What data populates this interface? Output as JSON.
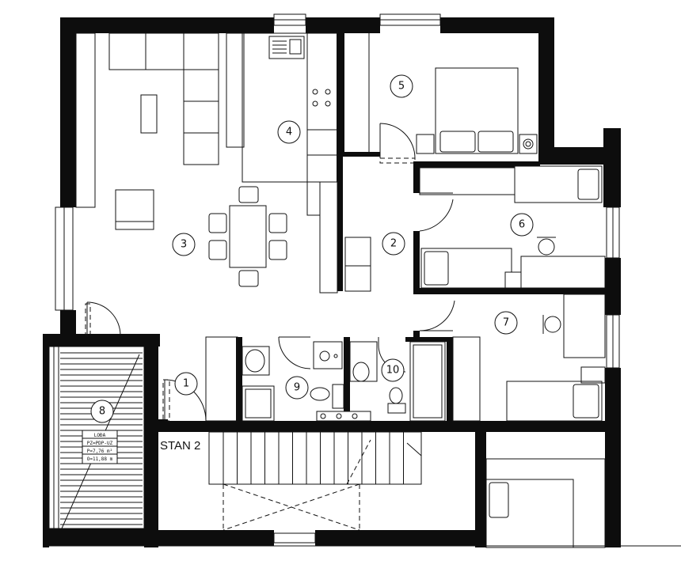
{
  "rooms": [
    {
      "id": "1",
      "label": "1"
    },
    {
      "id": "2",
      "label": "2"
    },
    {
      "id": "3",
      "label": "3"
    },
    {
      "id": "4",
      "label": "4"
    },
    {
      "id": "5",
      "label": "5"
    },
    {
      "id": "6",
      "label": "6"
    },
    {
      "id": "7",
      "label": "7"
    },
    {
      "id": "8",
      "label": "8"
    },
    {
      "id": "9",
      "label": "9"
    },
    {
      "id": "10",
      "label": "10"
    }
  ],
  "apartment_label": "STAN 2",
  "loggia_tag": {
    "name": "LOĐA",
    "floor": "PZ=PDP-UZ",
    "area": "P=7,76 m²",
    "perimeter": "O=11,88 m"
  }
}
